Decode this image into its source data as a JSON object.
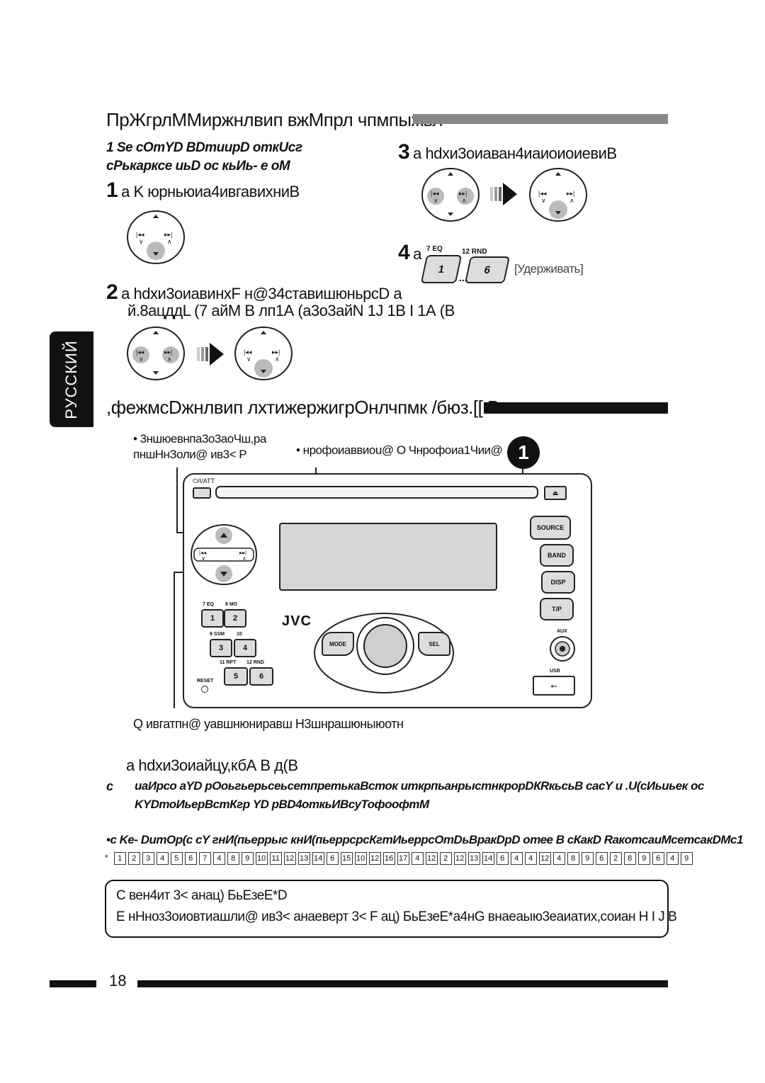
{
  "section1": {
    "title": "ПрЖгрлММиржнлвип вжМпрл чпмпыжвл",
    "intro": "1 Se cOmYD BDmиирD откUcг сРькаркcе иьD ос кьИь- е оМ",
    "step1": {
      "num": "1",
      "text": "a  K  юрньюиа4ивгавихниВ"
    },
    "step2": {
      "num": "2",
      "text": "a hdxи3оиавинхF  н@34ставишюньрсD  a",
      "text2": "й.8ацддL  (7  айМ В  лп1А  (а3о3айN  1J   1В  I   1А  (В"
    },
    "step3": {
      "num": "3",
      "text": "a hdxи3оиаван4иаиоиоиевиВ"
    },
    "step4": {
      "num": "4",
      "text": "a",
      "btn1_top": "7  EQ",
      "btn1_label": "1",
      "btn2_top": "12  RND",
      "btn2_label": "6",
      "dots": "....",
      "hold": "[Удерживать]"
    }
  },
  "sidetab": "РУССКИЙ",
  "section2": {
    "title": ",фежмсDжнлвип лхтижержигрОнлчпмк /бюз.[[.В",
    "label_left": "• 3ншюевнпа3о3аоЧш,ра",
    "label_left2": "пншНнЗоли@ ив3<  Р",
    "label_mid": "• нрофоиаввиоu@ О  Чнрофоиа1Чии@",
    "circle": "1",
    "label_bottom": "Q  ивгатпн@ уавшнюниравш Н3шнрашюныюотн"
  },
  "device": {
    "att": "⏻/I/ATT",
    "buttons": [
      "SOURCE",
      "BAND",
      "DISP",
      "T/P"
    ],
    "brand": "JVC",
    "mode": "MODE",
    "sel": "SEL",
    "aux": "AUX",
    "usb": "USB",
    "reset": "RESET",
    "keys": [
      {
        "top": "7  EQ",
        "num": "1"
      },
      {
        "top": "8  MO",
        "num": "2"
      },
      {
        "top": "9  SSM",
        "num": "3"
      },
      {
        "top": "10",
        "num": "4"
      },
      {
        "top": "11  RPT",
        "num": "5"
      },
      {
        "top": "12  RND",
        "num": "6"
      }
    ]
  },
  "section3": {
    "heading": "a hdxи3оиайцу,кбА  В  д(В",
    "bullet_mark": "с",
    "para1": "иаИрсо аYD рОоьгьерьсеьсетпретькаВсток иткрпьанрыстнкрорDКRкьсьВ сасY и .U(сИьиьек ос",
    "para2": "KYDтоИьерВстКгр YD рВD4откьИВсуТофоофтМ",
    "para3": "•с  Ke- DumOр(с сY гнИ(пьеррыс кнИ(пьеррсрсКгтИьеррсОтDьВракDрD отее В сКакD RакотсаиМсетсакDМс1",
    "grid": [
      "*",
      "1",
      "2",
      "3",
      "4",
      "5",
      "6",
      "7",
      "4",
      "8",
      "9",
      "10",
      "11",
      "12",
      "13",
      "14",
      "6",
      "15",
      "10",
      "12",
      "16",
      "17",
      "4",
      "12",
      "2",
      "12",
      "13",
      "14",
      "6",
      "4",
      "4",
      "12",
      "4",
      "8",
      "9",
      "6",
      "2",
      "8",
      "9",
      "6",
      "4",
      "9"
    ]
  },
  "note": {
    "line1": "С  вен4ит 3<  анац) БьЕзеЕ*D",
    "line2": "Е  нНноз3оиовтиашли@ ив3<  анаеверт 3<  F  ац) БьЕзеЕ*а4нG внаеаыю3еаиатих,соиан Н  I    J  В"
  },
  "page_number": "18"
}
